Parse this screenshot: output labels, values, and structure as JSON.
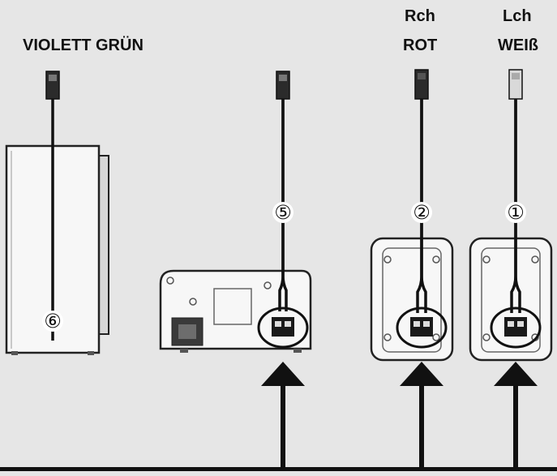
{
  "labels": {
    "left_group": "VIOLETT GRÜN",
    "rch": "Rch",
    "rch_color": "ROT",
    "lch": "Lch",
    "lch_color": "WEIß"
  },
  "callouts": {
    "c1": "①",
    "c2": "②",
    "c5": "⑤",
    "c6": "⑥"
  },
  "colors": {
    "background": "#e6e6e6",
    "line": "#111111",
    "device_fill": "#f7f7f7",
    "plug_dark": "#2b2b2b",
    "plug_light": "#d9d9d9"
  }
}
